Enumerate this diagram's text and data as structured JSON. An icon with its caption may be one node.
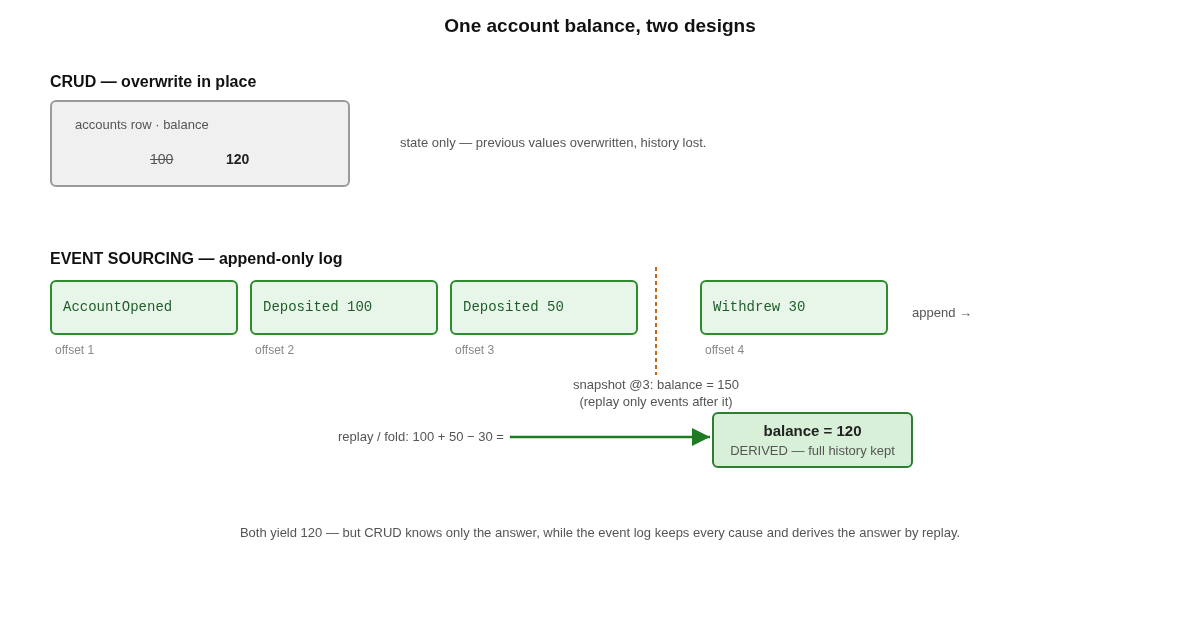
{
  "diagram": {
    "title": "One account balance, two designs",
    "caption": "Both yield 120 — but CRUD knows only the answer, while the event log keeps every cause and derives the answer by replay.",
    "nodes": [
      {
        "text": [
          "accounts row · balance",
          "100",
          "120"
        ],
        "beside": [
          "state only — previous values overwritten, history lost."
        ]
      },
      {
        "text": [
          "AccountOpened"
        ],
        "beside": [
          "offset 1"
        ]
      },
      {
        "text": [
          "Deposited 100"
        ],
        "beside": [
          "offset 2"
        ]
      },
      {
        "text": [
          "Deposited 50"
        ],
        "beside": [
          "offset 3"
        ]
      },
      {
        "text": [
          "Withdrew 30"
        ],
        "beside": [
          "offset 4"
        ]
      },
      {
        "text": [
          "replay / fold: 100 + 50 − 30 ="
        ]
      },
      {
        "text": [
          "balance = 120",
          "DERIVED — full history kept"
        ]
      }
    ],
    "edges": [
      {
        "from": 5,
        "to": 6,
        "arrow": "to"
      }
    ],
    "labels": [
      "CRUD — overwrite in place",
      "EVENT SOURCING — append-only log",
      "append →",
      "snapshot @3: balance = 150",
      "(replay only events after it)"
    ]
  }
}
